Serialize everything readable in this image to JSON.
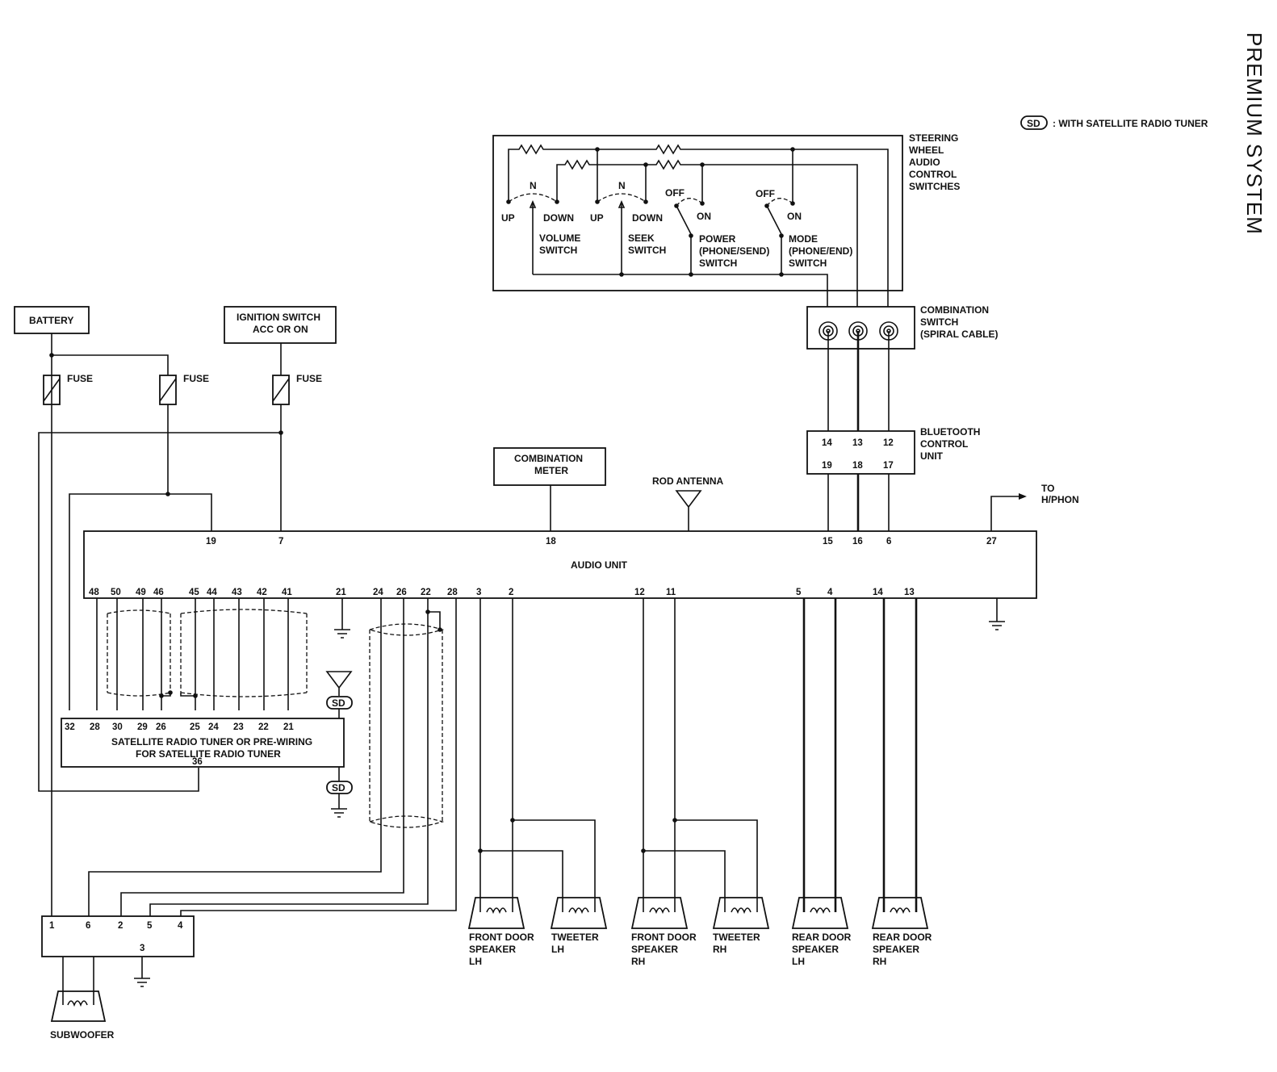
{
  "page_title": "PREMIUM SYSTEM",
  "legend": {
    "badge": "SD",
    "text": ": WITH SATELLITE RADIO TUNER"
  },
  "components": {
    "steering_switches": [
      "STEERING",
      "WHEEL",
      "AUDIO",
      "CONTROL",
      "SWITCHES"
    ],
    "combination_switch": [
      "COMBINATION",
      "SWITCH",
      "(SPIRAL CABLE)"
    ],
    "bluetooth": [
      "BLUETOOTH",
      "CONTROL",
      "UNIT"
    ],
    "battery": "BATTERY",
    "ignition": [
      "IGNITION SWITCH",
      "ACC OR ON"
    ],
    "fuse": "FUSE",
    "combination_meter": [
      "COMBINATION",
      "METER"
    ],
    "rod_antenna": "ROD ANTENNA",
    "to_hphon": [
      "TO",
      "H/PHON"
    ],
    "audio_unit": "AUDIO UNIT",
    "sat_tuner": [
      "SATELLITE RADIO TUNER OR PRE-WIRING",
      "FOR SATELLITE RADIO TUNER"
    ],
    "subwoofer": "SUBWOOFER",
    "front_lh": [
      "FRONT DOOR",
      "SPEAKER",
      "LH"
    ],
    "tweeter_lh": [
      "TWEETER",
      "LH"
    ],
    "front_rh": [
      "FRONT DOOR",
      "SPEAKER",
      "RH"
    ],
    "tweeter_rh": [
      "TWEETER",
      "RH"
    ],
    "rear_lh": [
      "REAR DOOR",
      "SPEAKER",
      "LH"
    ],
    "rear_rh": [
      "REAR DOOR",
      "SPEAKER",
      "RH"
    ]
  },
  "switch_labels": {
    "n": "N",
    "up": "UP",
    "down": "DOWN",
    "off": "OFF",
    "on": "ON",
    "volume": [
      "VOLUME",
      "SWITCH"
    ],
    "seek": [
      "SEEK",
      "SWITCH"
    ],
    "power": [
      "POWER",
      "(PHONE/SEND)",
      "SWITCH"
    ],
    "mode": [
      "MODE",
      "(PHONE/END)",
      "SWITCH"
    ]
  },
  "pins": {
    "bt_top": [
      "14",
      "13",
      "12"
    ],
    "bt_bottom": [
      "19",
      "18",
      "17"
    ],
    "audio_top": [
      "19",
      "7",
      "18",
      "15",
      "16",
      "6",
      "27"
    ],
    "audio_bottom": [
      "48",
      "50",
      "49",
      "46",
      "45",
      "44",
      "43",
      "42",
      "41",
      "21",
      "24",
      "26",
      "22",
      "28",
      "3",
      "2",
      "12",
      "11",
      "5",
      "4",
      "14",
      "13"
    ],
    "sat_top": [
      "32",
      "28",
      "30",
      "29",
      "26",
      "25",
      "24",
      "23",
      "22",
      "21"
    ],
    "sat_bottom": "36",
    "amp_top": [
      "1",
      "6",
      "2",
      "5",
      "4"
    ],
    "amp_bottom": "3"
  }
}
